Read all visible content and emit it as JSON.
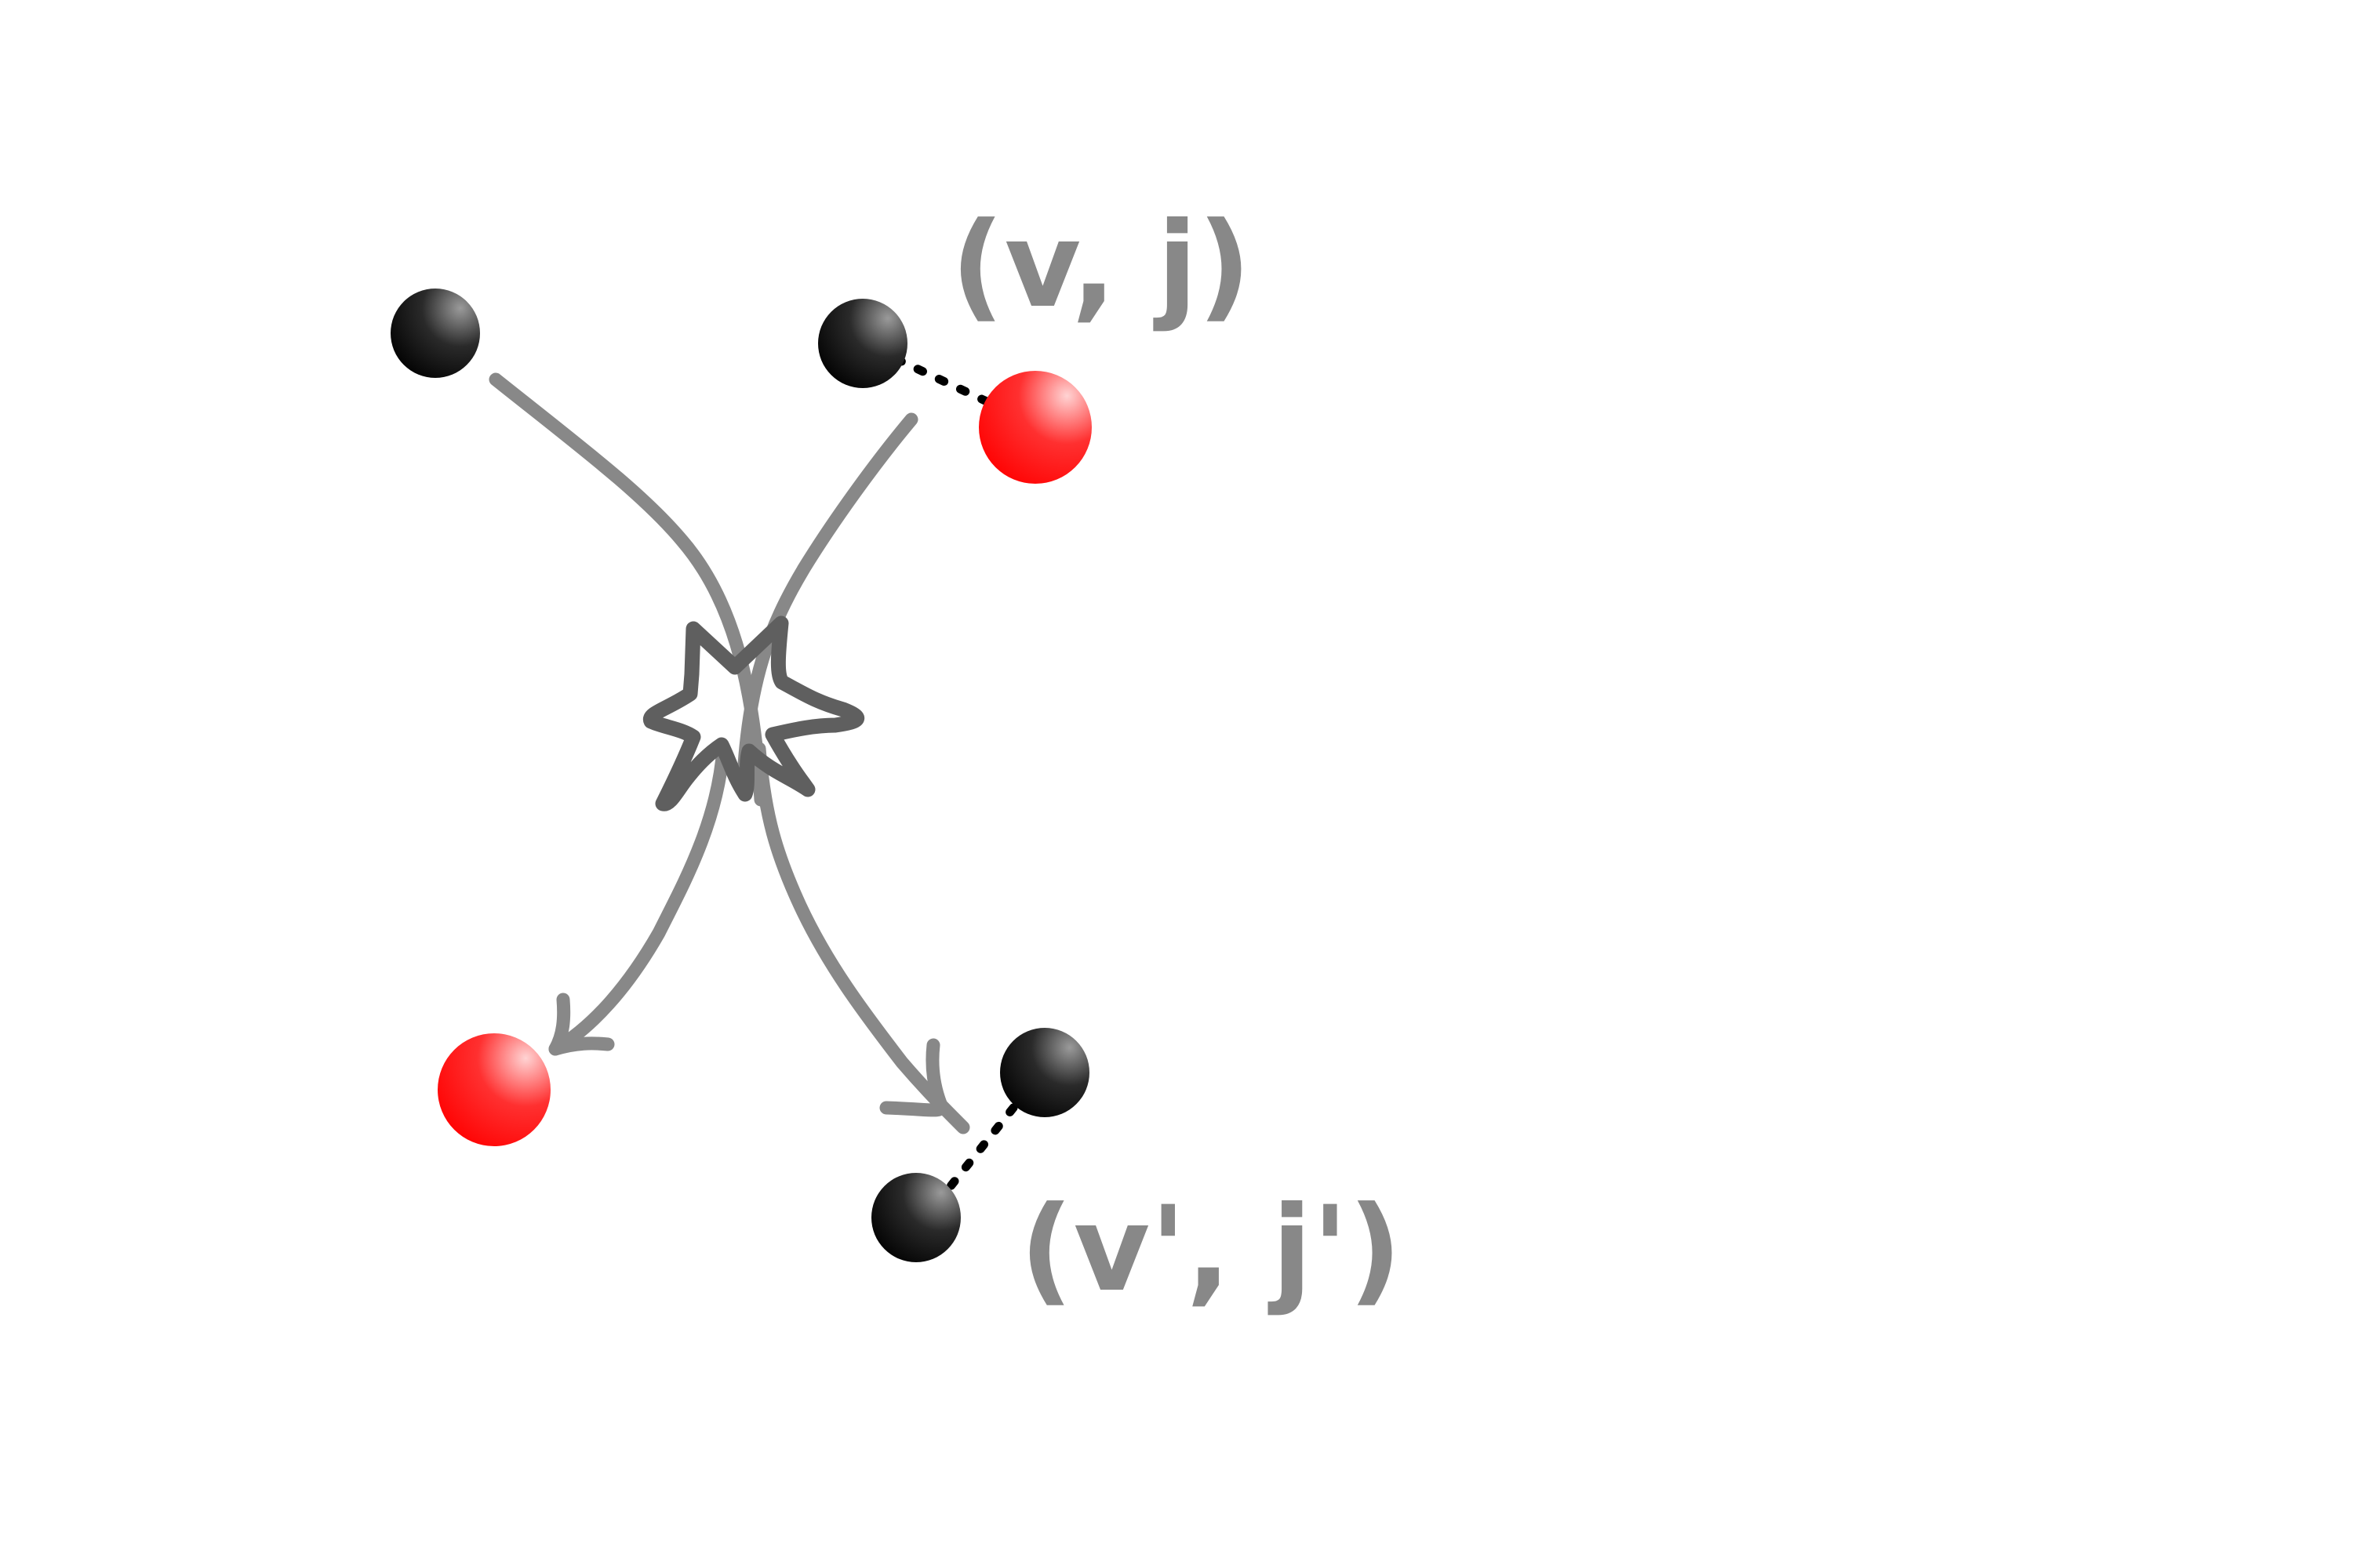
{
  "colors": {
    "background": "#ffffff",
    "trajectory": "#888888",
    "collision_burst": "#5f5f5f",
    "bond": "#000000",
    "label": "#888888",
    "atom_black": "#000000",
    "atom_red": "#ff0000"
  },
  "diagram": {
    "incoming": {
      "atom": {
        "kind": "atom",
        "color": "black"
      },
      "molecule": {
        "atoms": [
          {
            "kind": "atom",
            "color": "black"
          },
          {
            "kind": "atom",
            "color": "red"
          }
        ],
        "label": "(v, j)"
      }
    },
    "collision": {
      "icon": "collision-burst-icon"
    },
    "outgoing": {
      "atom": {
        "kind": "atom",
        "color": "red"
      },
      "molecule": {
        "atoms": [
          {
            "kind": "atom",
            "color": "black"
          },
          {
            "kind": "atom",
            "color": "black"
          }
        ],
        "label": "(v', j')"
      }
    }
  }
}
